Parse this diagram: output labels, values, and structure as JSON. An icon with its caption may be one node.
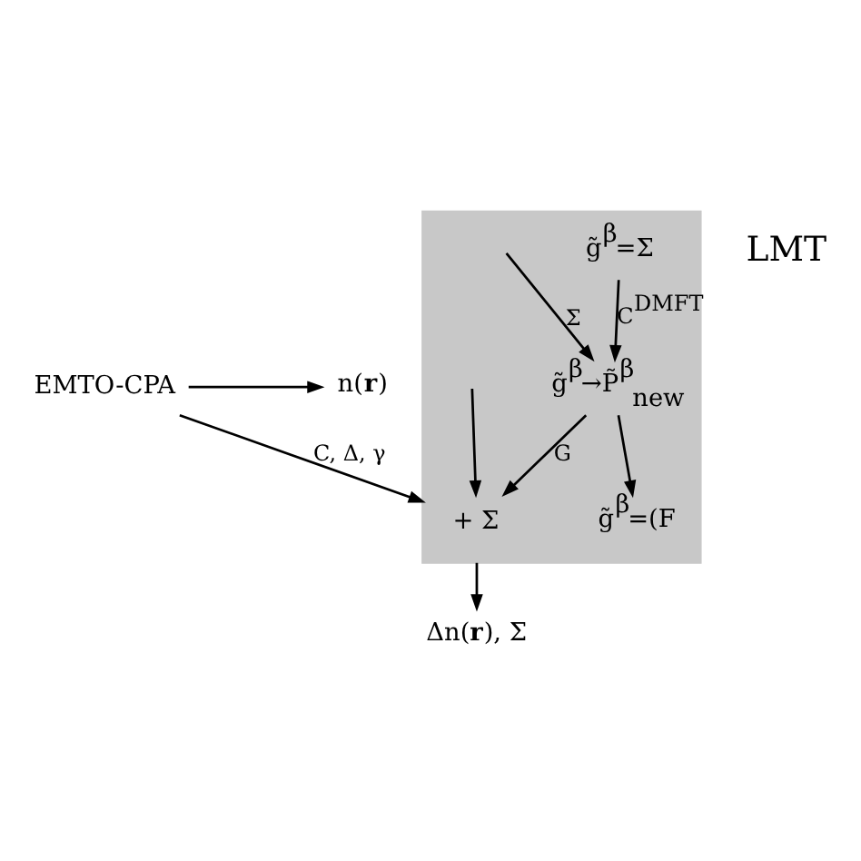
{
  "diagram": {
    "nodes": [
      {
        "text": [
          "EMTO-CPA"
        ]
      },
      {
        "text": [
          "n(**r**)"
        ]
      },
      {
        "text": [],
        "shape": "box"
      },
      {
        "text": [
          "+ Σ"
        ],
        "in": 2
      },
      {
        "text": [
          "g̃$^{β}$→P̃$^{β}$$_{new}$"
        ],
        "in": 2
      },
      {
        "text": [
          "g̃$^{β}$=(F"
        ],
        "in": 2
      },
      {
        "text": [
          "g̃$^{β}$=Σ"
        ],
        "in": 2
      },
      {
        "text": [
          "Δn(**r**), Σ"
        ]
      }
    ],
    "edges": [
      {
        "from": 0,
        "to": 1,
        "arrow": "to"
      },
      {
        "from": 0,
        "to": 2,
        "arrow": "to",
        "label": "C, Δ, γ"
      },
      {
        "from": null,
        "to": 3,
        "arrow": "to"
      },
      {
        "from": null,
        "to": 4,
        "arrow": "to",
        "label": "Σ"
      },
      {
        "from": 4,
        "to": 5,
        "arrow": "to"
      },
      {
        "from": 6,
        "to": 4,
        "arrow": "to",
        "label": "C$^{DMFT}$"
      },
      {
        "from": 4,
        "to": 3,
        "arrow": "to",
        "label": "G"
      },
      {
        "from": 2,
        "to": 7,
        "arrow": "to"
      }
    ],
    "labels": [
      "LMT"
    ]
  }
}
